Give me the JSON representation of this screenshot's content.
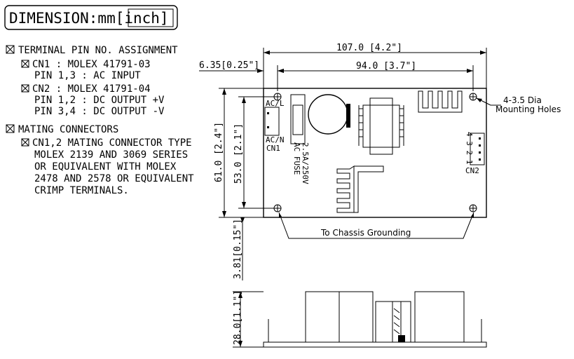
{
  "title": "DIMENSION:mm[inch]",
  "terminal_heading": "TERMINAL PIN NO. ASSIGNMENT",
  "cn1_line": "CN1 : MOLEX 41791-03",
  "cn1_pin": "PIN 1,3 : AC INPUT",
  "cn2_line": "CN2 : MOLEX 41791-04",
  "cn2_pin_a": "PIN 1,2 : DC OUTPUT +V",
  "cn2_pin_b": "PIN 3,4 : DC OUTPUT -V",
  "mating_heading": "MATING CONNECTORS",
  "mating_lines": [
    "CN1,2 MATING CONNECTOR TYPE",
    "MOLEX 2139 AND 3069 SERIES",
    "OR EQUIVALENT WITH MOLEX",
    "2478 AND 2578 OR EQUIVALENT",
    "CRIMP TERMINALS."
  ],
  "dims": {
    "overall_width": "107.0 [4.2\"]",
    "hole_spacing_x": "94.0 [3.7\"]",
    "edge_offset": "6.35[0.25\"]",
    "overall_height": "61.0 [2.4\"]",
    "hole_spacing_y": "53.0 [2.1\"]",
    "standoff": "3.81[0.15\"]",
    "profile_height": "28.0[1.1\"]"
  },
  "callouts": {
    "mounting_1": "4-3.5 Dia",
    "mounting_2": "Mounting Holes",
    "grounding": "To Chassis Grounding"
  },
  "board": {
    "ac_l": "AC/L",
    "ac_n": "AC/N",
    "cn1": "CN1",
    "fuse_1": "AC FUSE",
    "fuse_2": "2.5A/250V",
    "cn2_pins": "4 3 2 1",
    "cn2": "CN2"
  }
}
